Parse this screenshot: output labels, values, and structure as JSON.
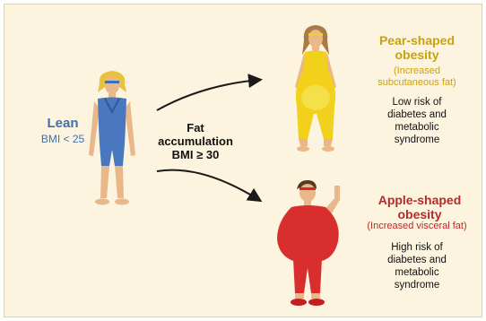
{
  "lean": {
    "title": "Lean",
    "bmi": "BMI < 25"
  },
  "transition": {
    "label_line1": "Fat",
    "label_line2": "accumulation",
    "bmi": "BMI ≥ 30"
  },
  "pear": {
    "title_line1": "Pear-shaped",
    "title_line2": "obesity",
    "sub_line1": "(Increased",
    "sub_line2": "subcutaneous fat)",
    "risk_line1": "Low risk of",
    "risk_line2": "diabetes and",
    "risk_line3": "metabolic",
    "risk_line4": "syndrome"
  },
  "apple": {
    "title_line1": "Apple-shaped",
    "title_line2": "obesity",
    "sub": "(Increased visceral fat)",
    "risk_line1": "High risk of",
    "risk_line2": "diabetes and",
    "risk_line3": "metabolic",
    "risk_line4": "syndrome"
  },
  "colors": {
    "background": "#fdf4e0",
    "lean_blue": "#3e6fb0",
    "pear_yellow": "#c9a20a",
    "apple_red": "#b52a2a",
    "skin": "#e8b88a"
  }
}
